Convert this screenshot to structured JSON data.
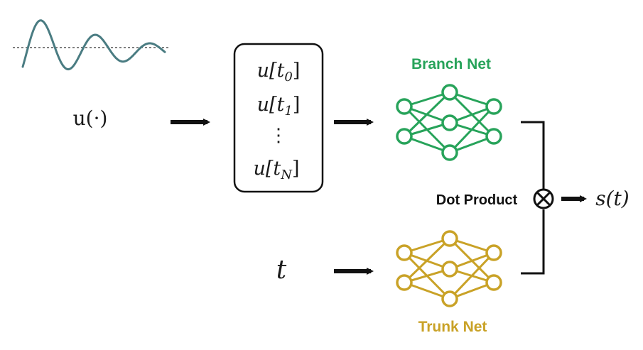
{
  "colors": {
    "signal": "#4a7c82",
    "branch": "#27a35a",
    "trunk": "#c9a227",
    "ink": "#111111"
  },
  "labels": {
    "input_function": "u(·)",
    "sample_0_base": "u[t",
    "sample_0_sub": "0",
    "sample_0_close": "]",
    "sample_1_base": "u[t",
    "sample_1_sub": "1",
    "sample_1_close": "]",
    "sample_dots": "⋮",
    "sample_n_base": "u[t",
    "sample_n_sub": "N",
    "sample_n_close": "]",
    "branch_net": "Branch Net",
    "trunk_net": "Trunk Net",
    "time_input": "t",
    "dot_product": "Dot Product",
    "output": "s(t)"
  },
  "icons": {
    "operator": "circled-times-icon"
  }
}
